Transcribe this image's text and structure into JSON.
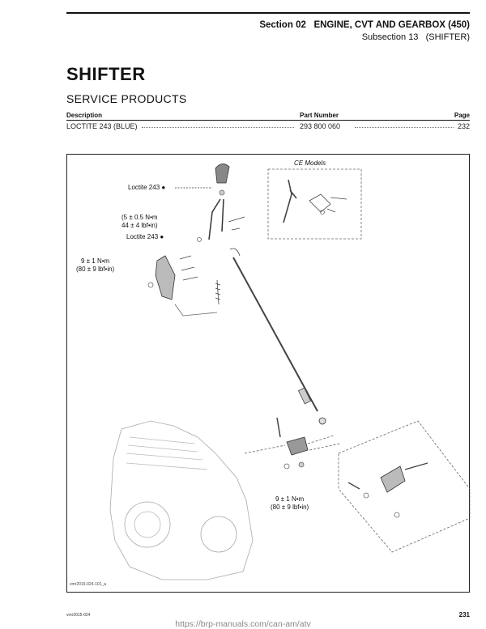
{
  "header": {
    "section_label": "Section",
    "section_number": "02",
    "section_title": "ENGINE, CVT AND GEARBOX (450)",
    "subsection_label": "Subsection",
    "subsection_number": "13",
    "subsection_title": "(SHIFTER)"
  },
  "page_title": "SHIFTER",
  "service_products": {
    "heading": "SERVICE PRODUCTS",
    "columns": [
      "Description",
      "Part Number",
      "Page"
    ],
    "rows": [
      {
        "description": "LOCTITE 243 (BLUE)",
        "part_number": "293 800 060",
        "page": "232"
      }
    ]
  },
  "figure": {
    "inset_label": "CE Models",
    "callouts": {
      "loctite_top": "Loctite 243",
      "torque_5_nm": "(5 ± 0.5 N•m",
      "torque_44_in": "44 ± 4 lbf•in)",
      "loctite_mid": "Loctite 243",
      "torque_9_nm_a": "9 ± 1 N•m",
      "torque_80_in_a": "(80 ± 9 lbf•in)",
      "torque_9_nm_b": "9 ± 1 N•m",
      "torque_80_in_b": "(80 ± 9 lbf•in)"
    },
    "reference": "vmr2015-024-101_a"
  },
  "footer": {
    "code": "vmr2015-024",
    "page_number": "231",
    "watermark": "https://brp-manuals.com/can-am/atv"
  }
}
